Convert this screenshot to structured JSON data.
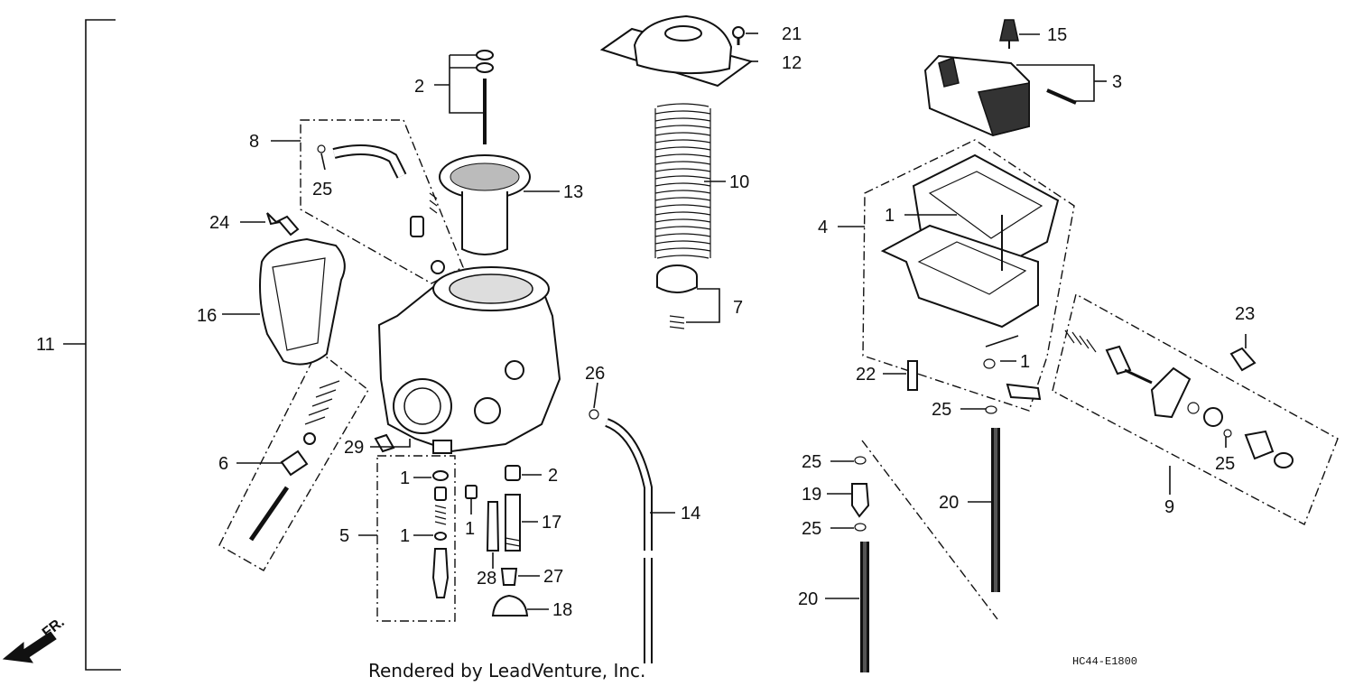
{
  "diagram": {
    "callouts": {
      "c1a": "1",
      "c1b": "1",
      "c1c": "1",
      "c1d": "1",
      "c1e": "1",
      "c2a": "2",
      "c2b": "2",
      "c3": "3",
      "c4": "4",
      "c5": "5",
      "c6": "6",
      "c7": "7",
      "c8": "8",
      "c9": "9",
      "c10": "10",
      "c11": "11",
      "c12": "12",
      "c13": "13",
      "c14": "14",
      "c15": "15",
      "c16": "16",
      "c17": "17",
      "c18": "18",
      "c19": "19",
      "c20a": "20",
      "c20b": "20",
      "c21": "21",
      "c22": "22",
      "c23": "23",
      "c24": "24",
      "c25a": "25",
      "c25b": "25",
      "c25c": "25",
      "c25d": "25",
      "c25e": "25",
      "c26": "26",
      "c27": "27",
      "c28": "28",
      "c29": "29"
    },
    "front_marker": "FR.",
    "credit": "Rendered by LeadVenture, Inc.",
    "diagram_code": "HC44-E1800"
  }
}
